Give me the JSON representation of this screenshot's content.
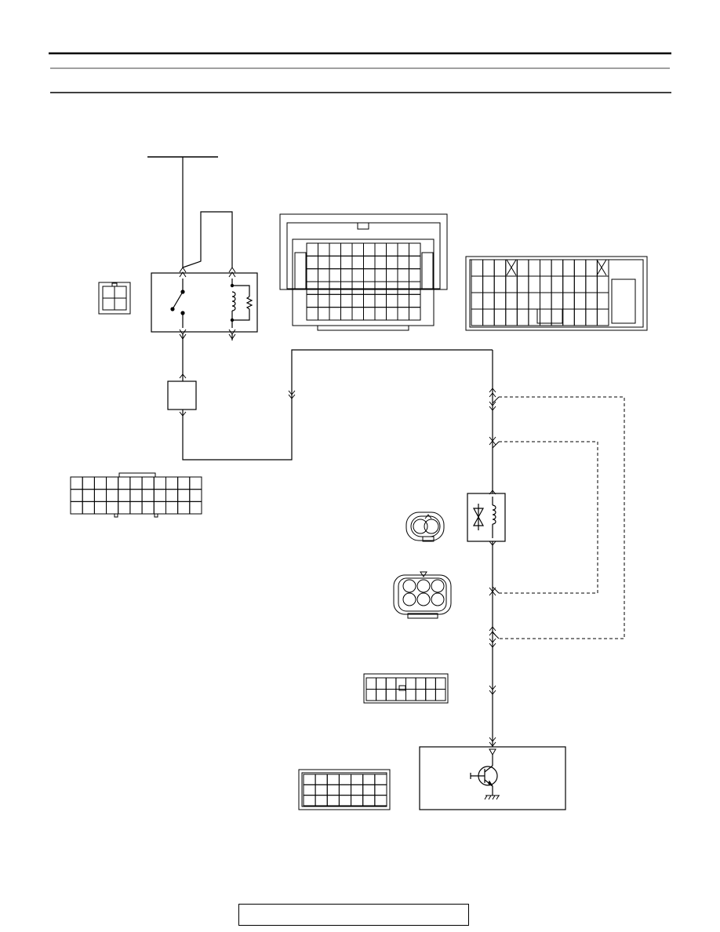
{
  "page": {
    "header_title": "",
    "page_number": ""
  },
  "colors": {
    "line": "#000000",
    "background": "#ffffff"
  },
  "components": [
    {
      "id": "relay",
      "symbol": "switch-and-coil-icon"
    },
    {
      "id": "fuse",
      "symbol": "fuse-box-icon"
    },
    {
      "id": "solenoid",
      "symbol": "solenoid-valve-icon"
    },
    {
      "id": "ecu-transistor",
      "symbol": "transistor-icon"
    },
    {
      "id": "ground",
      "symbol": "ground-icon"
    }
  ],
  "connectors": [
    {
      "id": "connector-2pin-relay",
      "pins": 4
    },
    {
      "id": "connector-large-harness",
      "pins": 60
    },
    {
      "id": "connector-ecu-right",
      "pins": 48
    },
    {
      "id": "connector-24pin-left",
      "pins": 24
    },
    {
      "id": "connector-2pin-solenoid",
      "pins": 2
    },
    {
      "id": "connector-6pin-round",
      "pins": 6
    },
    {
      "id": "connector-small-16pin",
      "pins": 16
    },
    {
      "id": "connector-16pin-bottom",
      "pins": 16
    }
  ]
}
